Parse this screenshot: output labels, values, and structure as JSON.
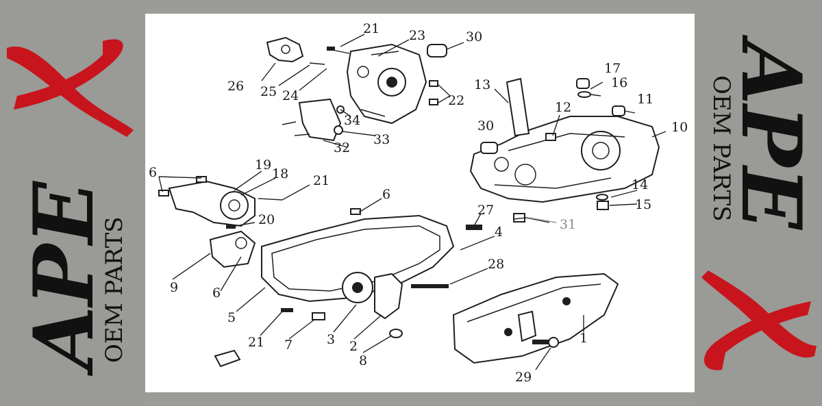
{
  "brand": {
    "logo_text": "APEX",
    "subtitle": "OEM PARTS",
    "colors": {
      "logo_black": "#111111",
      "logo_red": "#c8141c",
      "background": "#9b9b98"
    }
  },
  "diagram": {
    "callouts": [
      "1",
      "2",
      "3",
      "4",
      "5",
      "6",
      "6",
      "6",
      "7",
      "8",
      "9",
      "10",
      "11",
      "12",
      "13",
      "14",
      "15",
      "16",
      "17",
      "18",
      "19",
      "20",
      "21",
      "21",
      "21",
      "22",
      "23",
      "24",
      "25",
      "26",
      "27",
      "28",
      "29",
      "30",
      "30",
      "31",
      "32",
      "33",
      "34"
    ]
  }
}
